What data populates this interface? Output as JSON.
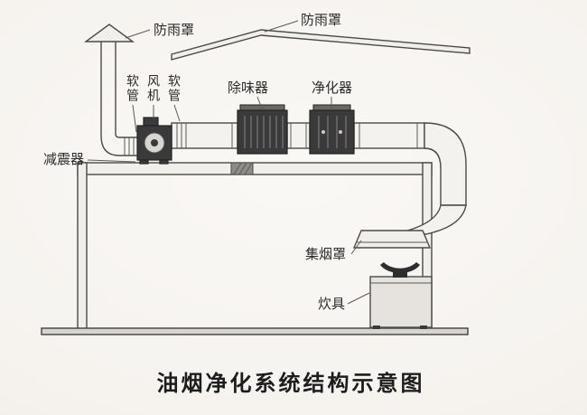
{
  "title": "油烟净化系统结构示意图",
  "labels": {
    "rain_cap": "防雨罩",
    "rain_cover": "防雨罩",
    "soft_duct_left": "软管",
    "fan": "风机",
    "soft_duct_right": "软管",
    "deodorizer": "除味器",
    "purifier": "净化器",
    "damper": "减震器",
    "smoke_hood": "集烟罩",
    "cooker": "炊具"
  },
  "colors": {
    "line": "#4a4a4a",
    "dark_component": "#3a3a3a",
    "paper": "#f6f4f0"
  }
}
